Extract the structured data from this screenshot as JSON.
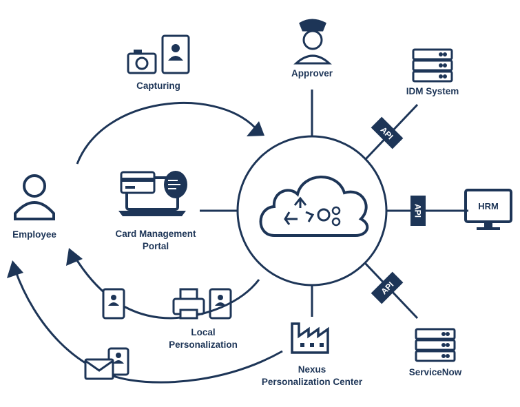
{
  "colors": {
    "primary": "#1d3557",
    "background": "#ffffff"
  },
  "nodes": {
    "capturing": {
      "label": "Capturing",
      "icons": [
        "camera-icon",
        "id-photo-icon"
      ]
    },
    "approver": {
      "label": "Approver",
      "icon": "officer-icon"
    },
    "idm": {
      "label": "IDM System",
      "icon": "server-rack-icon"
    },
    "hrm": {
      "label": "HRM",
      "icon": "monitor-icon"
    },
    "servicenow": {
      "label": "ServiceNow",
      "icon": "server-rack-icon"
    },
    "nexus": {
      "line1": "Nexus",
      "line2": "Personalization Center",
      "icon": "factory-icon"
    },
    "local": {
      "line1": "Local",
      "line2": "Personalization",
      "icon": "card-printer-icon"
    },
    "employee": {
      "label": "Employee",
      "icon": "person-icon"
    },
    "portal": {
      "line1": "Card Management",
      "line2": "Portal",
      "icon": "laptop-card-icon"
    },
    "hub": {
      "icon": "cloud-recycle-gears-icon"
    }
  },
  "api_labels": {
    "idm": "API",
    "hrm": "API",
    "servicenow": "API"
  }
}
